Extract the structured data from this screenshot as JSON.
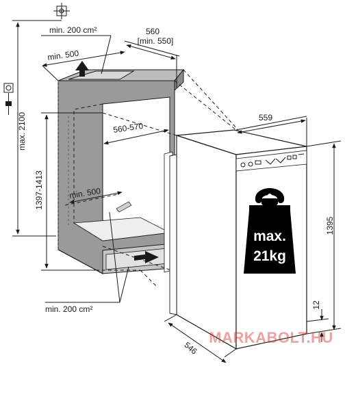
{
  "labels": {
    "vent_top": "min. 200 cm²",
    "depth_top": "min. 500",
    "cabinet_depth": "560",
    "cabinet_depth_min": "[min. 550]",
    "niche_width": "560-570",
    "niche_height": "1397-1413",
    "total_height": "max. 2100",
    "depth_bottom": "min. 500",
    "vent_bottom": "min. 200 cm²",
    "appliance_width": "559",
    "appliance_height": "1395",
    "gap_bottom": "12",
    "appliance_depth": "546"
  },
  "weight": {
    "line1": "max.",
    "line2": "21kg"
  },
  "watermark": "MARKABOLT.HU",
  "colors": {
    "niche_wall": "#9a9a9a",
    "ink": "#1a1a1a",
    "weight_fill": "#000000",
    "watermark": "#d83030"
  }
}
